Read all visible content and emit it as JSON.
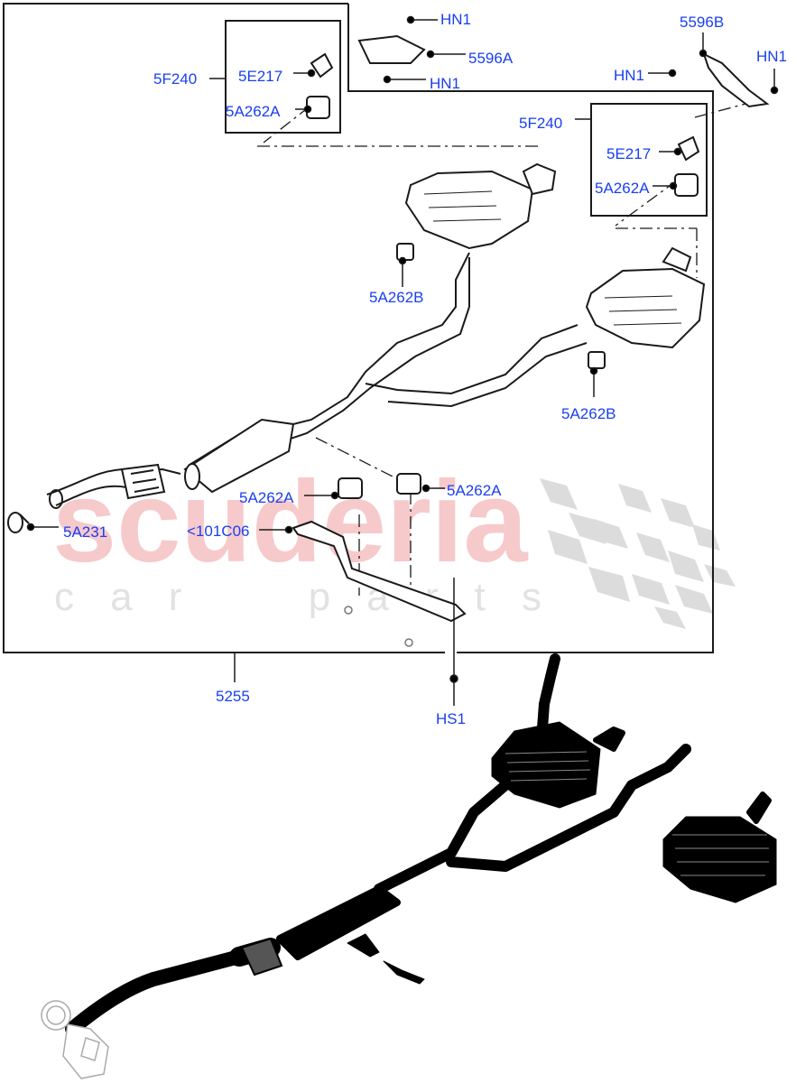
{
  "diagram": {
    "title": "Exhaust system parts diagram",
    "watermark": {
      "main": "scuderia",
      "sub": [
        "c",
        "a",
        "r",
        "p",
        "a",
        "r",
        "t",
        "s"
      ],
      "colors": {
        "main": "#f6c9cb",
        "sub": "#e2e2e2",
        "checker": "#dcdcdc"
      }
    },
    "label_color": "#1a3ff0",
    "callouts": [
      {
        "id": "5F240_left",
        "text": "5F240"
      },
      {
        "id": "5E217_left",
        "text": "5E217"
      },
      {
        "id": "5A262A_left_box",
        "text": "5A262A"
      },
      {
        "id": "HN1_top",
        "text": "HN1"
      },
      {
        "id": "5596A",
        "text": "5596A"
      },
      {
        "id": "HN1_mid",
        "text": "HN1"
      },
      {
        "id": "5596B",
        "text": "5596B"
      },
      {
        "id": "HN1_right_left",
        "text": "HN1"
      },
      {
        "id": "HN1_right",
        "text": "HN1"
      },
      {
        "id": "5F240_right",
        "text": "5F240"
      },
      {
        "id": "5E217_right",
        "text": "5E217"
      },
      {
        "id": "5A262A_right_box",
        "text": "5A262A"
      },
      {
        "id": "5A262B_upper",
        "text": "5A262B"
      },
      {
        "id": "5A262B_lower",
        "text": "5A262B"
      },
      {
        "id": "5A262A_mid_left",
        "text": "5A262A"
      },
      {
        "id": "5A262A_mid_right",
        "text": "5A262A"
      },
      {
        "id": "101C06",
        "text": "<101C06"
      },
      {
        "id": "5A231",
        "text": "5A231"
      },
      {
        "id": "5255",
        "text": "5255"
      },
      {
        "id": "HS1",
        "text": "HS1"
      }
    ]
  }
}
